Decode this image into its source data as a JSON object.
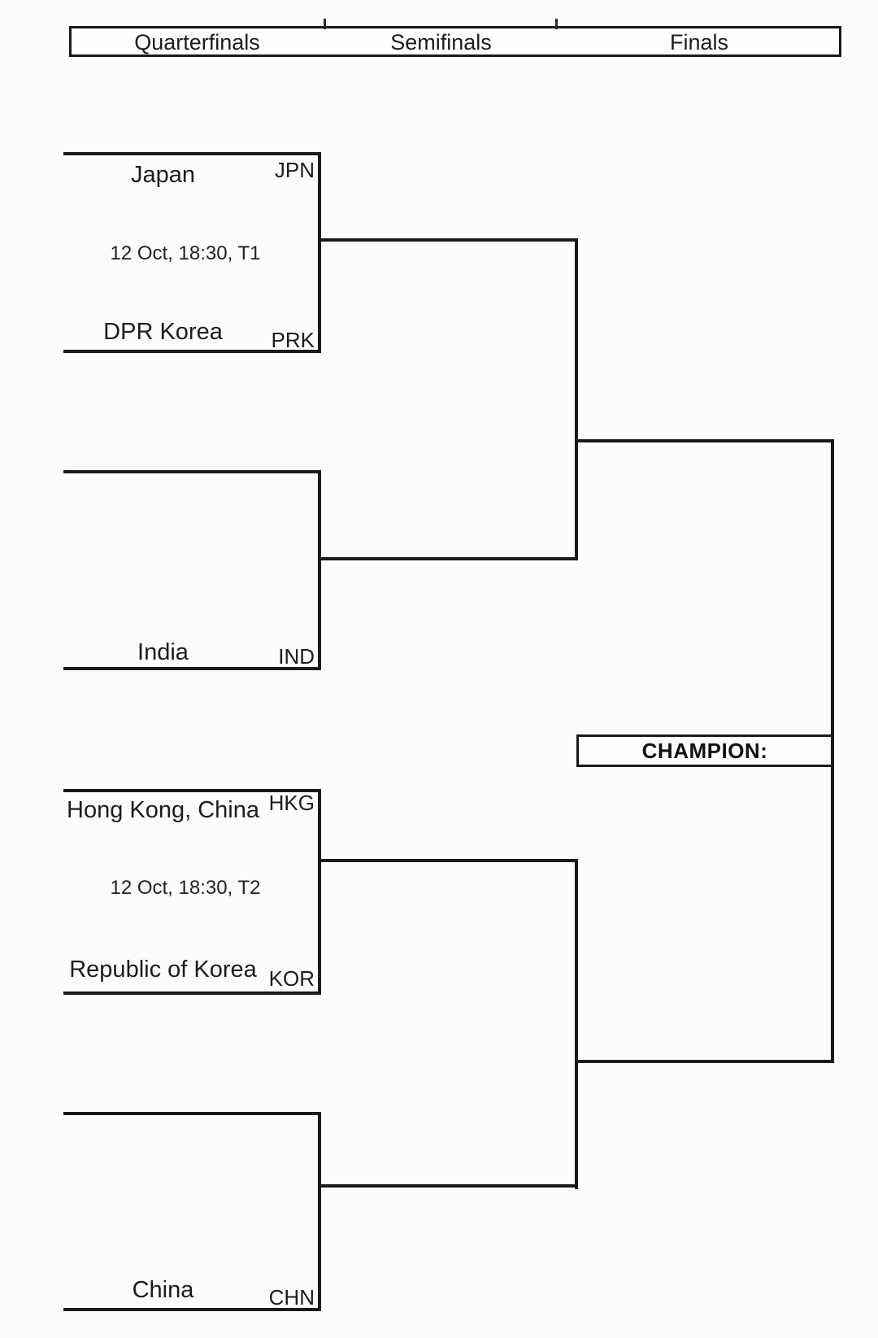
{
  "header": {
    "quarterfinals": "Quarterfinals",
    "semifinals": "Semifinals",
    "finals": "Finals"
  },
  "matches": {
    "qf1": {
      "top_team": "Japan",
      "top_code": "JPN",
      "schedule": "12 Oct, 18:30, T1",
      "bottom_team": "DPR Korea",
      "bottom_code": "PRK"
    },
    "qf2": {
      "top_team": "",
      "top_code": "",
      "schedule": "",
      "bottom_team": "India",
      "bottom_code": "IND"
    },
    "qf3": {
      "top_team": "Hong Kong, China",
      "top_code": "HKG",
      "schedule": "12 Oct, 18:30, T2",
      "bottom_team": "Republic of Korea",
      "bottom_code": "KOR"
    },
    "qf4": {
      "top_team": "",
      "top_code": "",
      "schedule": "",
      "bottom_team": "China",
      "bottom_code": "CHN"
    }
  },
  "final": {
    "champion_label": "CHAMPION:"
  },
  "colors": {
    "line": "#1a1a1a",
    "text": "#1c1c1c",
    "background": "#fcfcfc"
  }
}
